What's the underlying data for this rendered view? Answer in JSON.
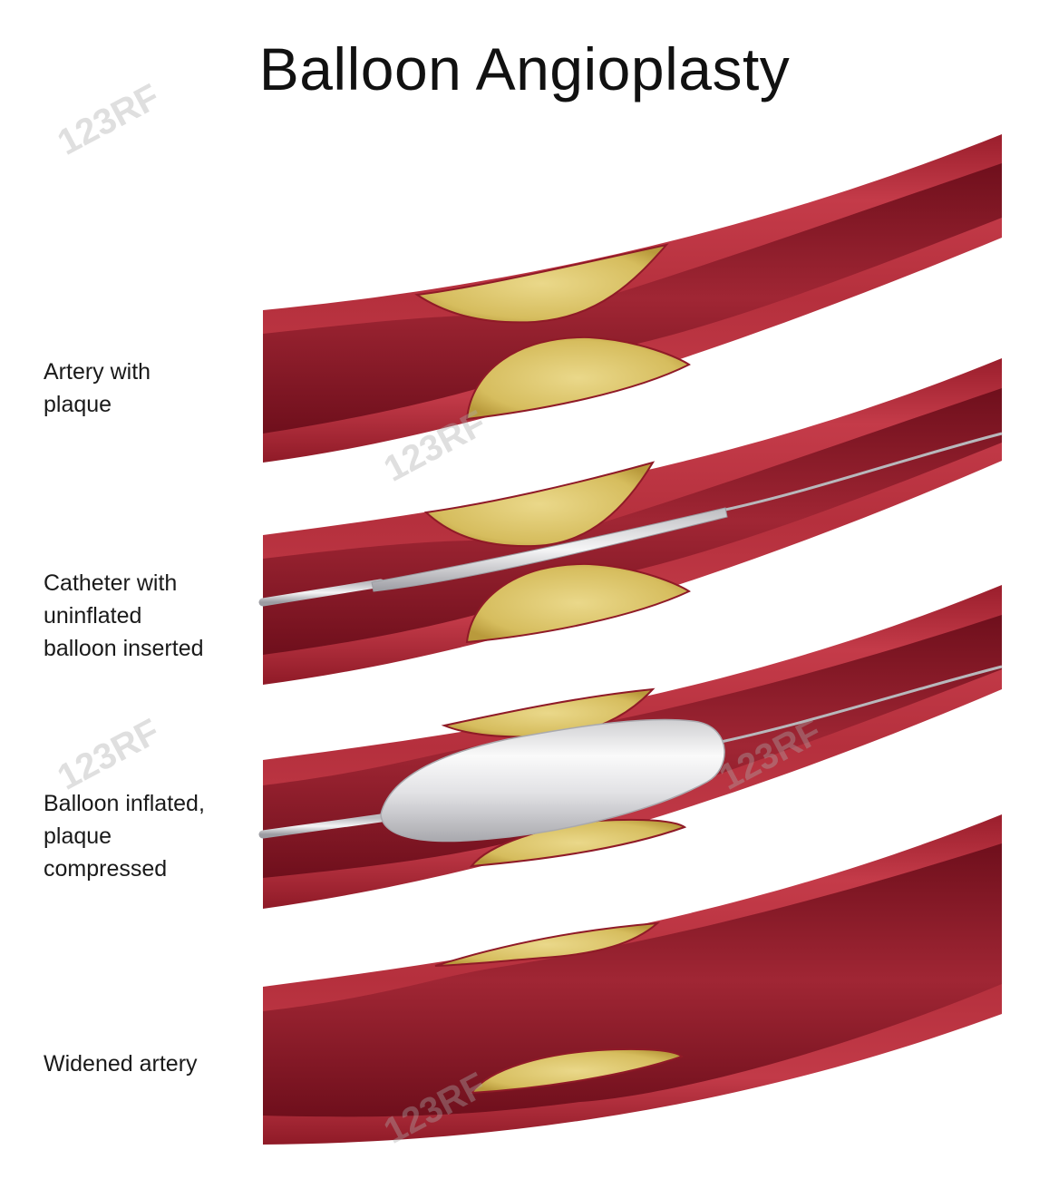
{
  "title": "Balloon Angioplasty",
  "stages": [
    {
      "lines": [
        "Artery with",
        "plaque"
      ]
    },
    {
      "lines": [
        "Catheter with",
        "uninflated",
        "balloon inserted"
      ]
    },
    {
      "lines": [
        "Balloon inflated,",
        "plaque",
        "compressed"
      ]
    },
    {
      "lines": [
        "Widened artery"
      ]
    }
  ],
  "watermark": "123RF",
  "colors": {
    "wall": "#b8323f",
    "lumen": "#8e1726",
    "plaque": "#d9c26a",
    "balloon": "#e8e8ea"
  }
}
